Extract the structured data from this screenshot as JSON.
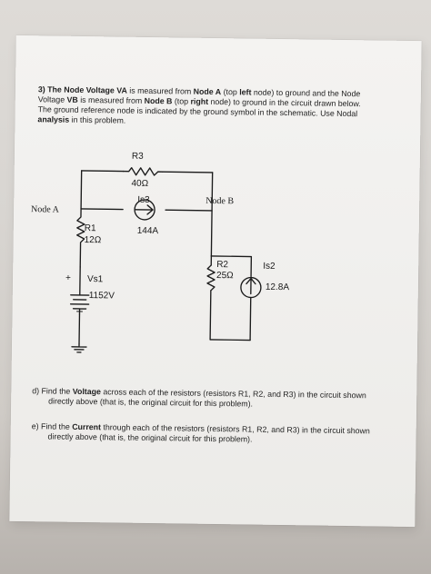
{
  "document": {
    "problem_lines": [
      {
        "prefix": "3) The Node Voltage ",
        "emph_1": "VA",
        "middle_1": " is measured from ",
        "emph_2": "Node A",
        "middle_2": " (top ",
        "emph_3": "left",
        "suffix": " node) to ground and the Node"
      },
      {
        "prefix": "Voltage ",
        "emph_1": "VB",
        "middle_1": " is measured from ",
        "emph_2": "Node B",
        "middle_2": " (top ",
        "emph_3": "right",
        "suffix": " node) to ground in the circuit drawn below."
      },
      {
        "text": "The ground reference node is indicated by the ground symbol in the schematic. Use Nodal"
      },
      {
        "emph": "analysis",
        "text": " in this problem."
      }
    ],
    "question_d": {
      "prefix": "d) Find the ",
      "emph": "Voltage",
      "suffix": " across each of the resistors (resistors R1, R2, and R3) in the circuit shown",
      "line_2": "directly above (that is, the original circuit for this problem)."
    },
    "question_e": {
      "prefix": "e) Find the ",
      "emph": "Current",
      "suffix": " through each of the resistors (resistors R1, R2, and R3) in the circuit shown",
      "line_2": "directly above (that is, the original circuit for this problem)."
    }
  },
  "schematic": {
    "r3_label": "R3",
    "r3_value": "40Ω",
    "is3_label": "Is3",
    "node_a_label": "Node A",
    "node_b_label": "Node B",
    "is3_value": "144A",
    "r1_label": "R1",
    "r1_value": "12Ω",
    "vs1_plus": "+",
    "vs1_label": "Vs1",
    "vs1_value": "1152V",
    "r2_label": "R2",
    "r2_value": "25Ω",
    "is2_label": "Is2",
    "is2_value": "12.8A"
  }
}
